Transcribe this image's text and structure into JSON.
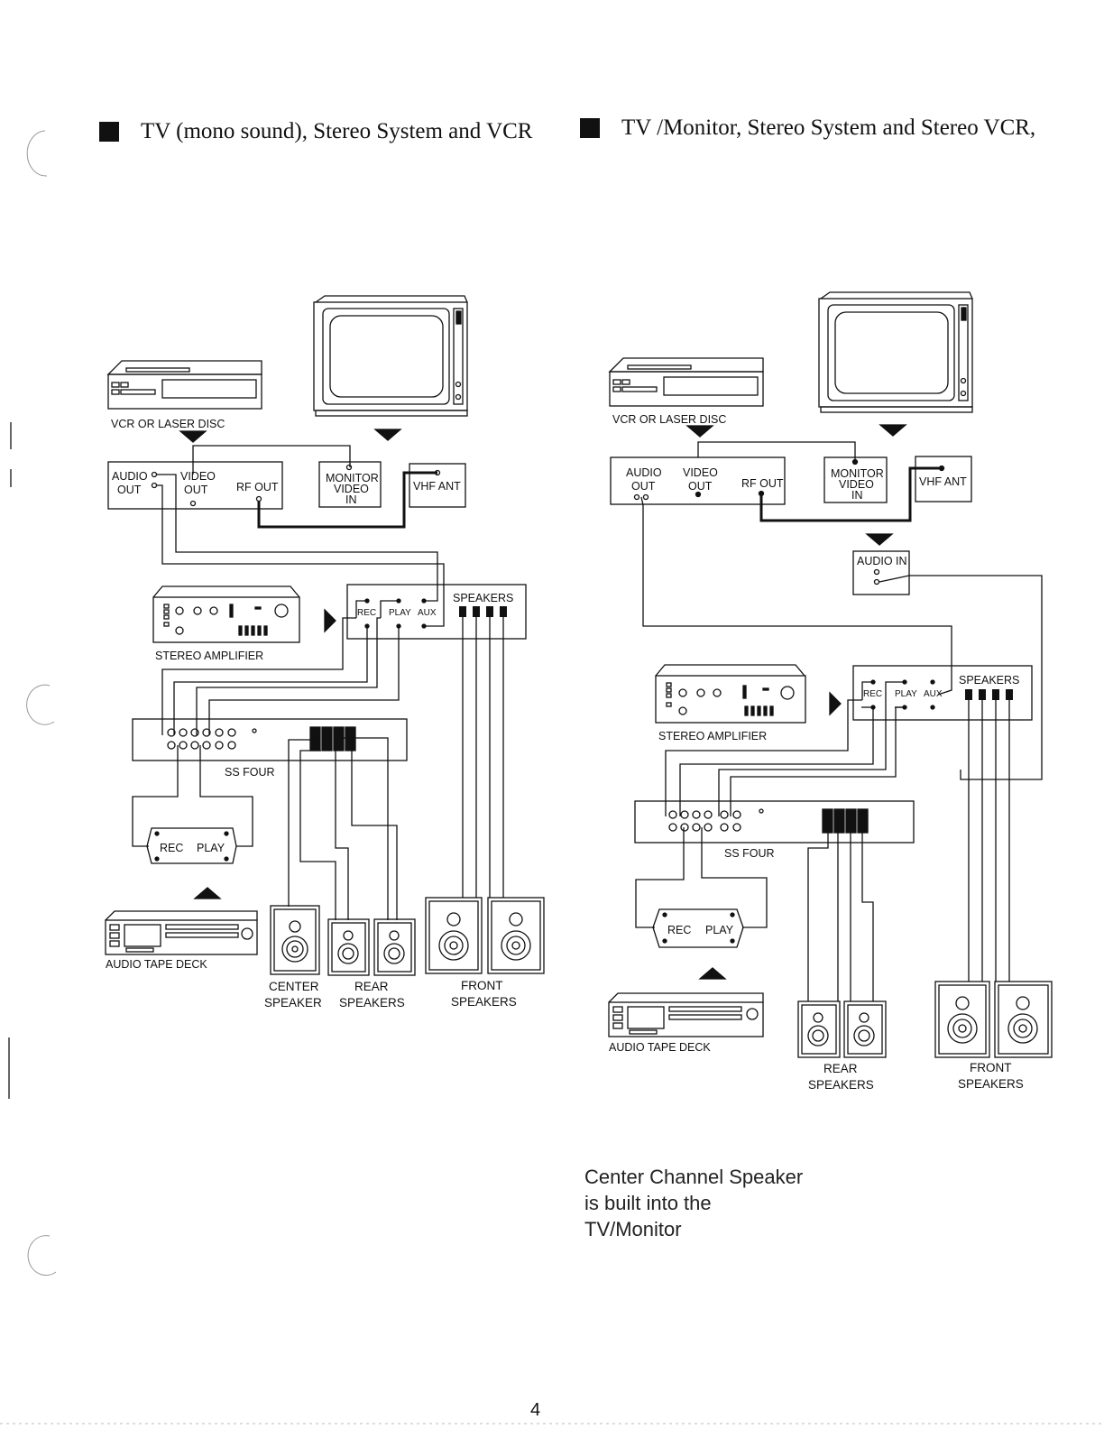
{
  "headings": {
    "left": "TV (mono sound), Stereo System and VCR",
    "right": "TV /Monitor, Stereo System and Stereo VCR,"
  },
  "left_diagram": {
    "vcr_label": "VCR OR LASER DISC",
    "vcr_audio_out": [
      "AUDIO",
      "OUT"
    ],
    "vcr_video_out": [
      "VIDEO",
      "OUT"
    ],
    "vcr_rf_out": "RF OUT",
    "monitor_video_in": [
      "MONITOR",
      "VIDEO",
      "IN"
    ],
    "vhf_ant": "VHF ANT",
    "amp_rec": "REC",
    "amp_play": "PLAY",
    "amp_aux": "AUX",
    "amp_speakers": "SPEAKERS",
    "amp_label": "STEREO AMPLIFIER",
    "ss_four": "SS FOUR",
    "deck_rec": "REC",
    "deck_play": "PLAY",
    "deck_label": "AUDIO TAPE DECK",
    "center_speaker": [
      "CENTER",
      "SPEAKER"
    ],
    "rear_speakers": [
      "REAR",
      "SPEAKERS"
    ],
    "front_speakers": [
      "FRONT",
      "SPEAKERS"
    ]
  },
  "right_diagram": {
    "vcr_label": "VCR OR LASER DISC",
    "vcr_audio_out": [
      "AUDIO",
      "OUT"
    ],
    "vcr_video_out": [
      "VIDEO",
      "OUT"
    ],
    "vcr_rf_out": "RF OUT",
    "monitor_video_in": [
      "MONITOR",
      "VIDEO",
      "IN"
    ],
    "vhf_ant": "VHF ANT",
    "audio_in": "AUDIO IN",
    "amp_rec": "REC",
    "amp_play": "PLAY",
    "amp_aux": "AUX",
    "amp_speakers": "SPEAKERS",
    "amp_label": "STEREO AMPLIFIER",
    "ss_four": "SS FOUR",
    "deck_rec": "REC",
    "deck_play": "PLAY",
    "deck_label": "AUDIO TAPE DECK",
    "rear_speakers": [
      "REAR",
      "SPEAKERS"
    ],
    "front_speakers": [
      "FRONT",
      "SPEAKERS"
    ]
  },
  "note": [
    "Center Channel Speaker",
    "is built into the",
    "TV/Monitor"
  ],
  "page_number": "4"
}
